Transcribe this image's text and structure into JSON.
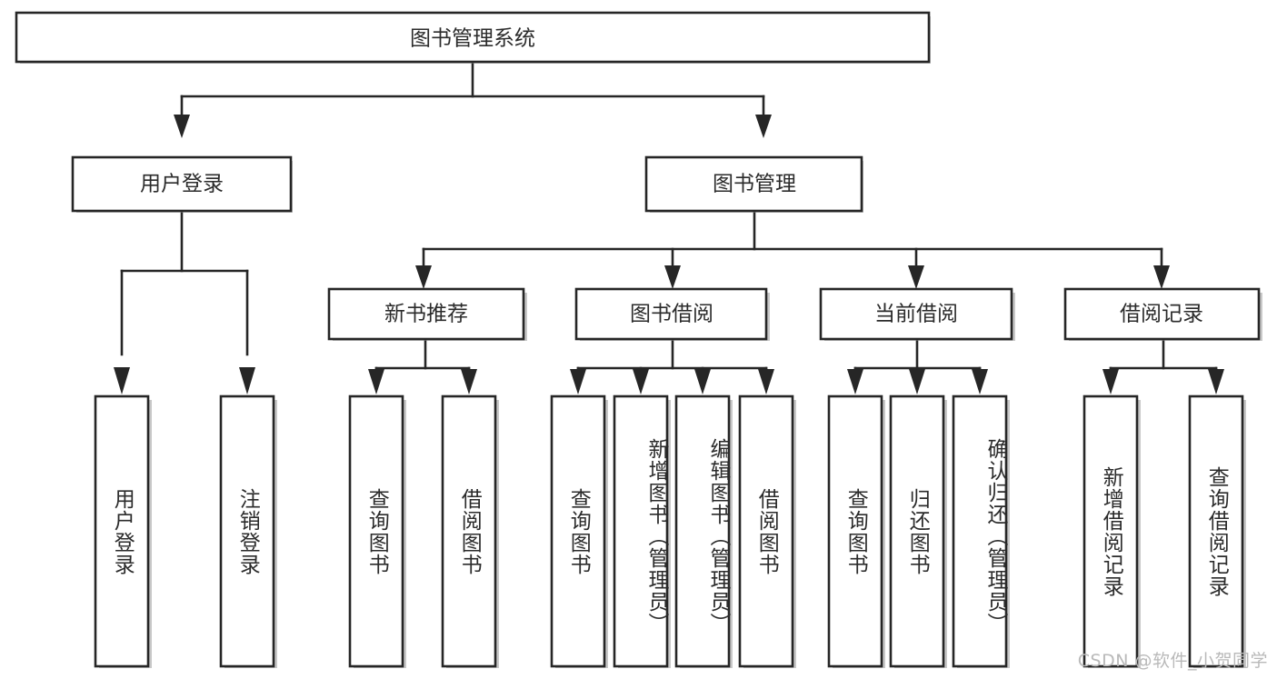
{
  "diagram": {
    "title": "图书管理系统",
    "type": "tree-hierarchy",
    "watermark": "CSDN @软件_小贺同学",
    "root": {
      "id": "root",
      "label": "图书管理系统"
    },
    "level2": [
      {
        "id": "user-login",
        "label": "用户登录"
      },
      {
        "id": "book-manage",
        "label": "图书管理"
      }
    ],
    "level3": [
      {
        "id": "new-book-rec",
        "label": "新书推荐"
      },
      {
        "id": "book-borrow",
        "label": "图书借阅"
      },
      {
        "id": "current-borrow",
        "label": "当前借阅"
      },
      {
        "id": "borrow-record",
        "label": "借阅记录"
      }
    ],
    "leaves": {
      "user_login": [
        {
          "id": "leaf-user-login",
          "label": "用户登录"
        },
        {
          "id": "leaf-logout",
          "label": "注销登录"
        }
      ],
      "new_book_rec": [
        {
          "id": "leaf-query-book-1",
          "label": "查询图书"
        },
        {
          "id": "leaf-borrow-book-1",
          "label": "借阅图书"
        }
      ],
      "book_borrow": [
        {
          "id": "leaf-query-book-2",
          "label": "查询图书"
        },
        {
          "id": "leaf-add-book",
          "label": "新增图书（管理员）"
        },
        {
          "id": "leaf-edit-book",
          "label": "编辑图书（管理员）"
        },
        {
          "id": "leaf-borrow-book-2",
          "label": "借阅图书"
        }
      ],
      "current_borrow": [
        {
          "id": "leaf-query-book-3",
          "label": "查询图书"
        },
        {
          "id": "leaf-return-book",
          "label": "归还图书"
        },
        {
          "id": "leaf-confirm-return",
          "label": "确认归还（管理员）"
        }
      ],
      "borrow_record": [
        {
          "id": "leaf-add-record",
          "label": "新增借阅记录"
        },
        {
          "id": "leaf-query-record",
          "label": "查询借阅记录"
        }
      ]
    },
    "colors": {
      "box_stroke": "#262626",
      "box_fill": "#ffffff",
      "text": "#2b2b2b",
      "connector": "#262626",
      "watermark": "#b9b9b9",
      "background": "#ffffff"
    }
  }
}
